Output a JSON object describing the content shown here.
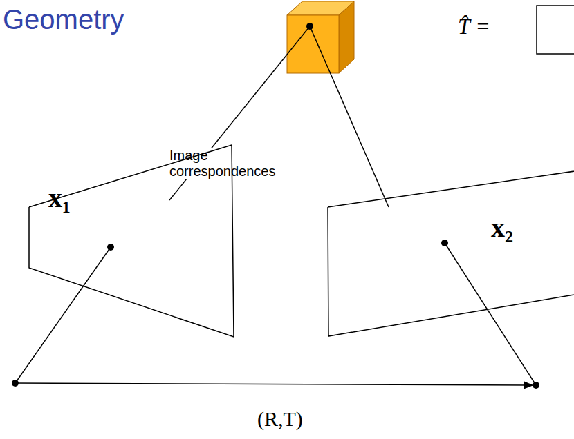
{
  "diagram": {
    "title": "Geometry",
    "nodes": [
      {
        "text": [
          "x₁"
        ]
      },
      {
        "text": [
          "x₂"
        ]
      }
    ],
    "labels": [
      "T̂ =",
      "Image correspondences",
      "(R,T)"
    ]
  }
}
